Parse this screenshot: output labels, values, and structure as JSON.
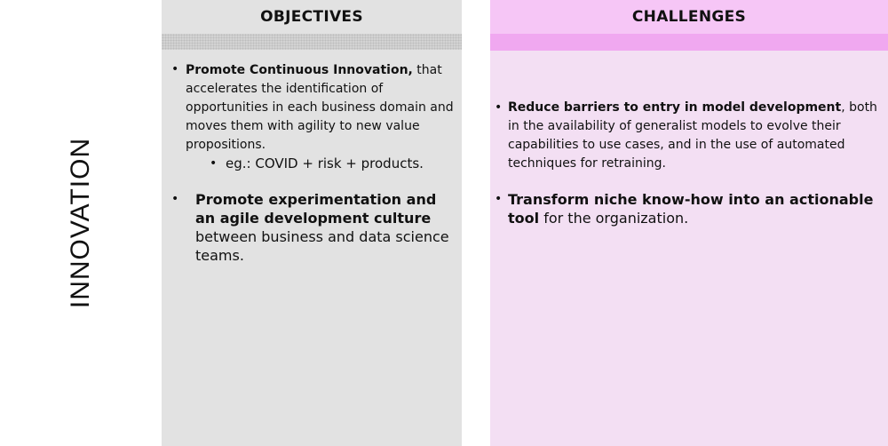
{
  "row_label": "INNOVATION",
  "objectives": {
    "title": "OBJECTIVES",
    "item1_bold": "Promote Continuous Innovation,",
    "item1_rest": " that accelerates the identification of opportunities in each business domain and moves them with agility to new value propositions.",
    "sub1": "eg.: COVID + risk + products.",
    "item2_bold": "Promote experimentation and an agile development culture",
    "item2_rest": " between business and data science teams."
  },
  "challenges": {
    "title": "CHALLENGES",
    "item1_bold": "Reduce barriers to entry in model development",
    "item1_rest": ", both in the availability of generalist models to evolve their capabilities to use cases, and in the use of automated techniques for retraining.",
    "item2_bold": "Transform niche know-how into an actionable tool",
    "item2_rest": " for the organization."
  },
  "bullet_char": "•"
}
